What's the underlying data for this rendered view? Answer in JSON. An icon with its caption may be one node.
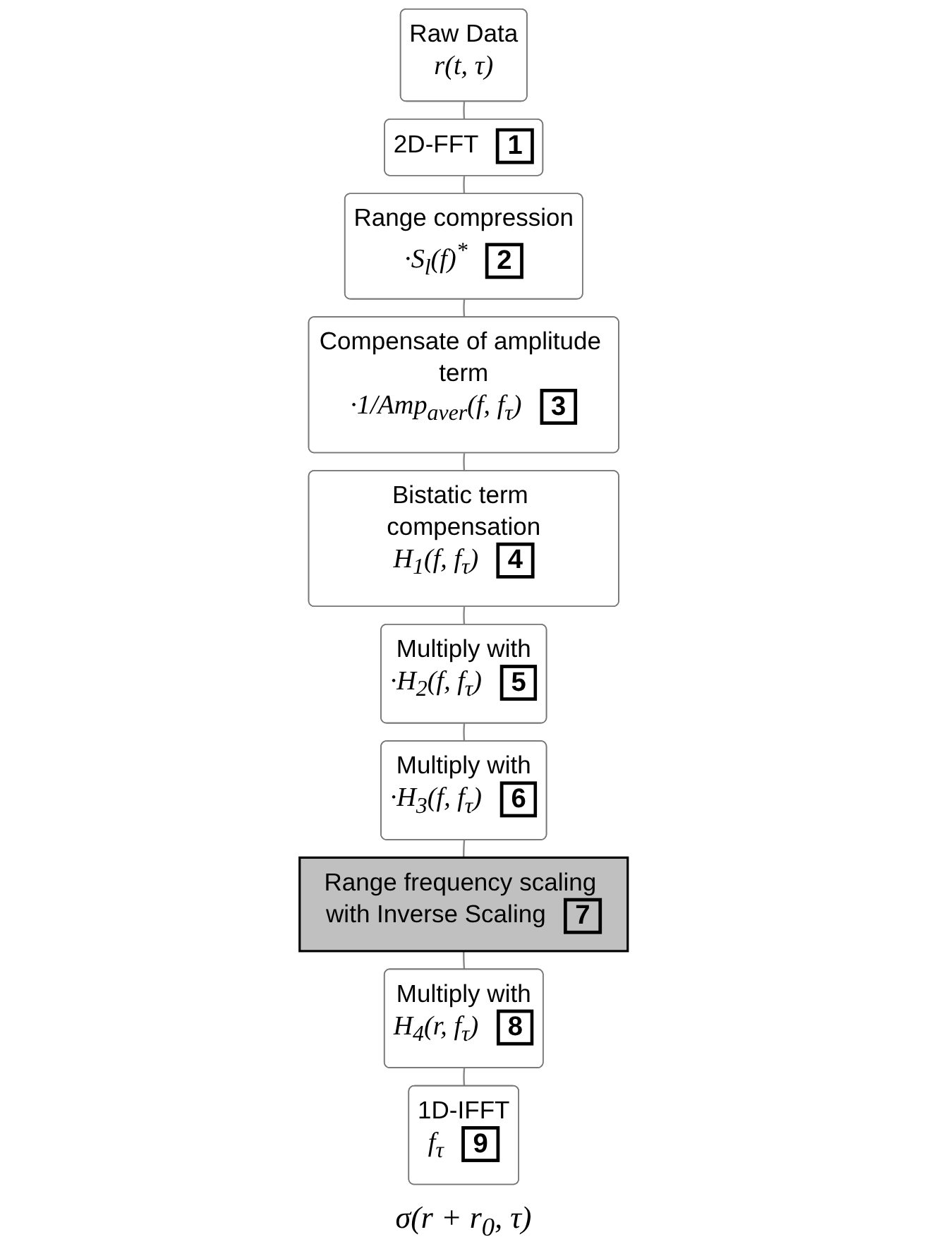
{
  "diagram": {
    "nodes": [
      {
        "text": [
          "Raw Data",
          "r(t, τ)"
        ]
      },
      {
        "text": [
          "2D-FFT",
          "1"
        ]
      },
      {
        "text": [
          "Range compression",
          "·S$_{l}$(f)$^{*}$",
          "2"
        ]
      },
      {
        "text": [
          "Compensate of amplitude term",
          "·1/Amp$_{aver}$(f, f$_{τ}$)",
          "3"
        ]
      },
      {
        "text": [
          "Bistatic term compensation",
          "H$_{1}$(f, f$_{τ}$)",
          "4"
        ]
      },
      {
        "text": [
          "Multiply with",
          "·H$_{2}$(f, f$_{τ}$)",
          "5"
        ]
      },
      {
        "text": [
          "Multiply with",
          "·H$_{3}$(f, f$_{τ}$)",
          "6"
        ]
      },
      {
        "text": [
          "Range frequency scaling with Inverse Scaling",
          "7"
        ]
      },
      {
        "text": [
          "Multiply with",
          "H$_{4}$(r, f$_{τ}$)",
          "8"
        ]
      },
      {
        "text": [
          "1D-IFFT",
          "f$_{τ}$",
          "9"
        ]
      }
    ],
    "edges": [
      {
        "from": 0,
        "to": 1,
        "arrow": "none"
      },
      {
        "from": 1,
        "to": 2,
        "arrow": "none"
      },
      {
        "from": 2,
        "to": 3,
        "arrow": "none"
      },
      {
        "from": 3,
        "to": 4,
        "arrow": "none"
      },
      {
        "from": 4,
        "to": 5,
        "arrow": "none"
      },
      {
        "from": 5,
        "to": 6,
        "arrow": "none"
      },
      {
        "from": 6,
        "to": 7,
        "arrow": "none"
      },
      {
        "from": 7,
        "to": 8,
        "arrow": "none"
      },
      {
        "from": 8,
        "to": 9,
        "arrow": "none"
      }
    ],
    "labels": [
      "σ(r + r$_{0}$, τ)"
    ]
  }
}
